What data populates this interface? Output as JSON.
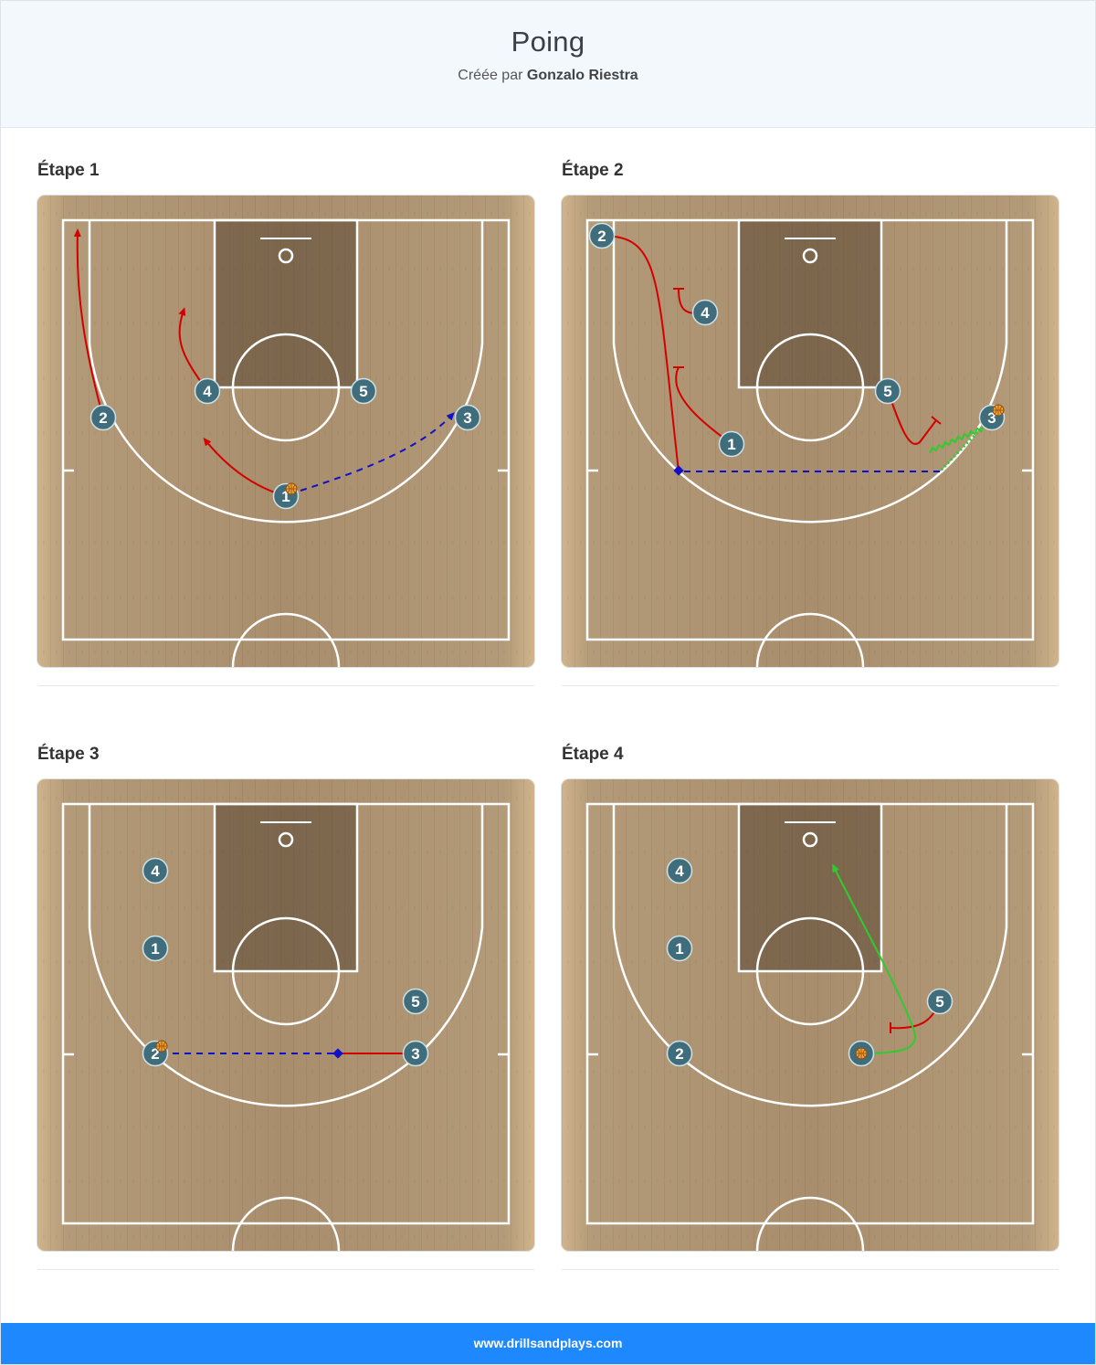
{
  "header": {
    "title": "Poing",
    "created_by_prefix": "Créée par",
    "author": "Gonzalo Riestra"
  },
  "steps": [
    {
      "label": "Étape 1"
    },
    {
      "label": "Étape 2"
    },
    {
      "label": "Étape 3"
    },
    {
      "label": "Étape 4"
    }
  ],
  "players": {
    "step1": {
      "p1": "1",
      "p2": "2",
      "p3": "3",
      "p4": "4",
      "p5": "5"
    },
    "step2": {
      "p1": "1",
      "p2": "2",
      "p3": "3",
      "p4": "4",
      "p5": "5"
    },
    "step3": {
      "p1": "1",
      "p2": "2",
      "p3": "3",
      "p4": "4",
      "p5": "5"
    },
    "step4": {
      "p1": "1",
      "p2": "2",
      "p4": "4",
      "p5": "5"
    }
  },
  "colors": {
    "move": "#d40000",
    "pass": "#1010c8",
    "dribble": "#2ecc2e",
    "player": "#3f6d7c",
    "footer": "#1e88ff"
  },
  "footer": {
    "text": "www.drillsandplays.com"
  }
}
